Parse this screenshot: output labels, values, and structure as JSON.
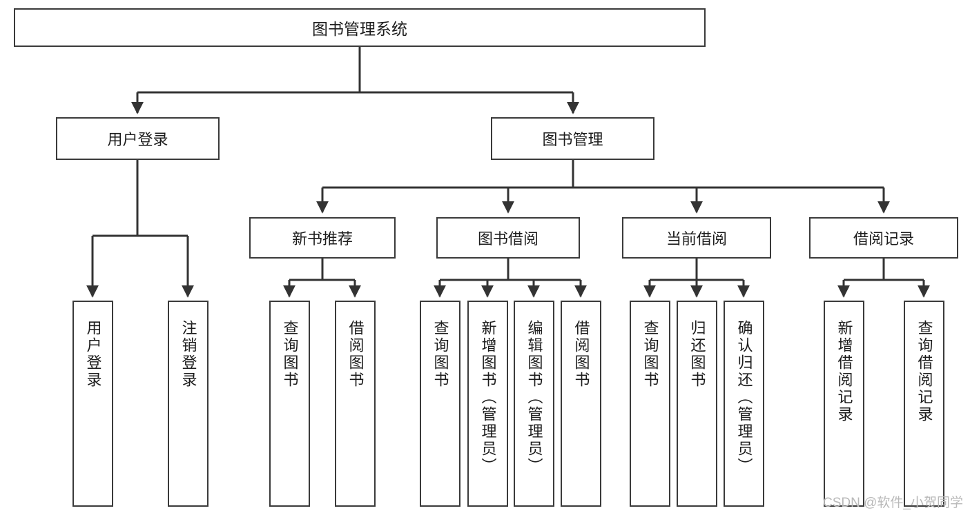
{
  "diagram": {
    "title": "图书管理系统",
    "watermark": "CSDN @软件_小贺同学",
    "colors": {
      "background": "#ffffff",
      "border": "#3a3a3a",
      "text": "#1d1d1d",
      "edge": "#333333",
      "watermark": "#b9b9b9"
    },
    "root": {
      "label": "图书管理系统"
    },
    "level1": [
      {
        "label": "用户登录"
      },
      {
        "label": "图书管理"
      }
    ],
    "level2": [
      {
        "label": "新书推荐"
      },
      {
        "label": "图书借阅"
      },
      {
        "label": "当前借阅"
      },
      {
        "label": "借阅记录"
      }
    ],
    "leaves": {
      "user_login": [
        {
          "label": "用户登录"
        },
        {
          "label": "注销登录"
        }
      ],
      "new_book_recommend": [
        {
          "label": "查询图书"
        },
        {
          "label": "借阅图书"
        }
      ],
      "book_borrow": [
        {
          "label": "查询图书"
        },
        {
          "label": "新增图书（管理员）"
        },
        {
          "label": "编辑图书（管理员）"
        },
        {
          "label": "借阅图书"
        }
      ],
      "current_borrow": [
        {
          "label": "查询图书"
        },
        {
          "label": "归还图书"
        },
        {
          "label": "确认归还（管理员）"
        }
      ],
      "borrow_record": [
        {
          "label": "新增借阅记录"
        },
        {
          "label": "查询借阅记录"
        }
      ]
    }
  }
}
